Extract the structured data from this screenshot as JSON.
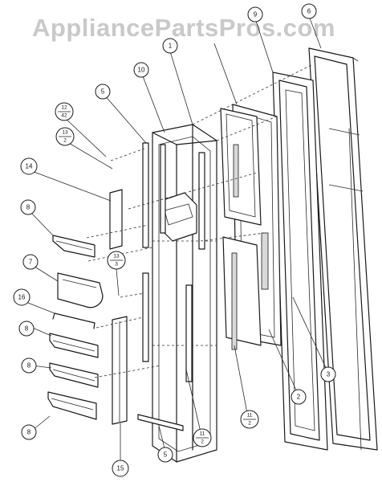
{
  "watermark": "AppliancePartsPros.com",
  "callouts": {
    "c1": "1",
    "c2": "2",
    "c3": "3",
    "c5a": "5",
    "c5b": "5",
    "c6": "6",
    "c7": "7",
    "c8a": "8",
    "c8b": "8",
    "c8c": "8",
    "c8d": "8",
    "c9": "9",
    "c10": "10",
    "c14": "14",
    "c15": "15",
    "c16": "16",
    "f12_top": "12",
    "f12_bot": "42",
    "f13a_top": "13",
    "f13a_bot": "2",
    "f13b_top": "13",
    "f13b_bot": "3",
    "f11a_top": "11",
    "f11a_bot": "2",
    "f11b_top": "11",
    "f11b_bot": "2"
  }
}
